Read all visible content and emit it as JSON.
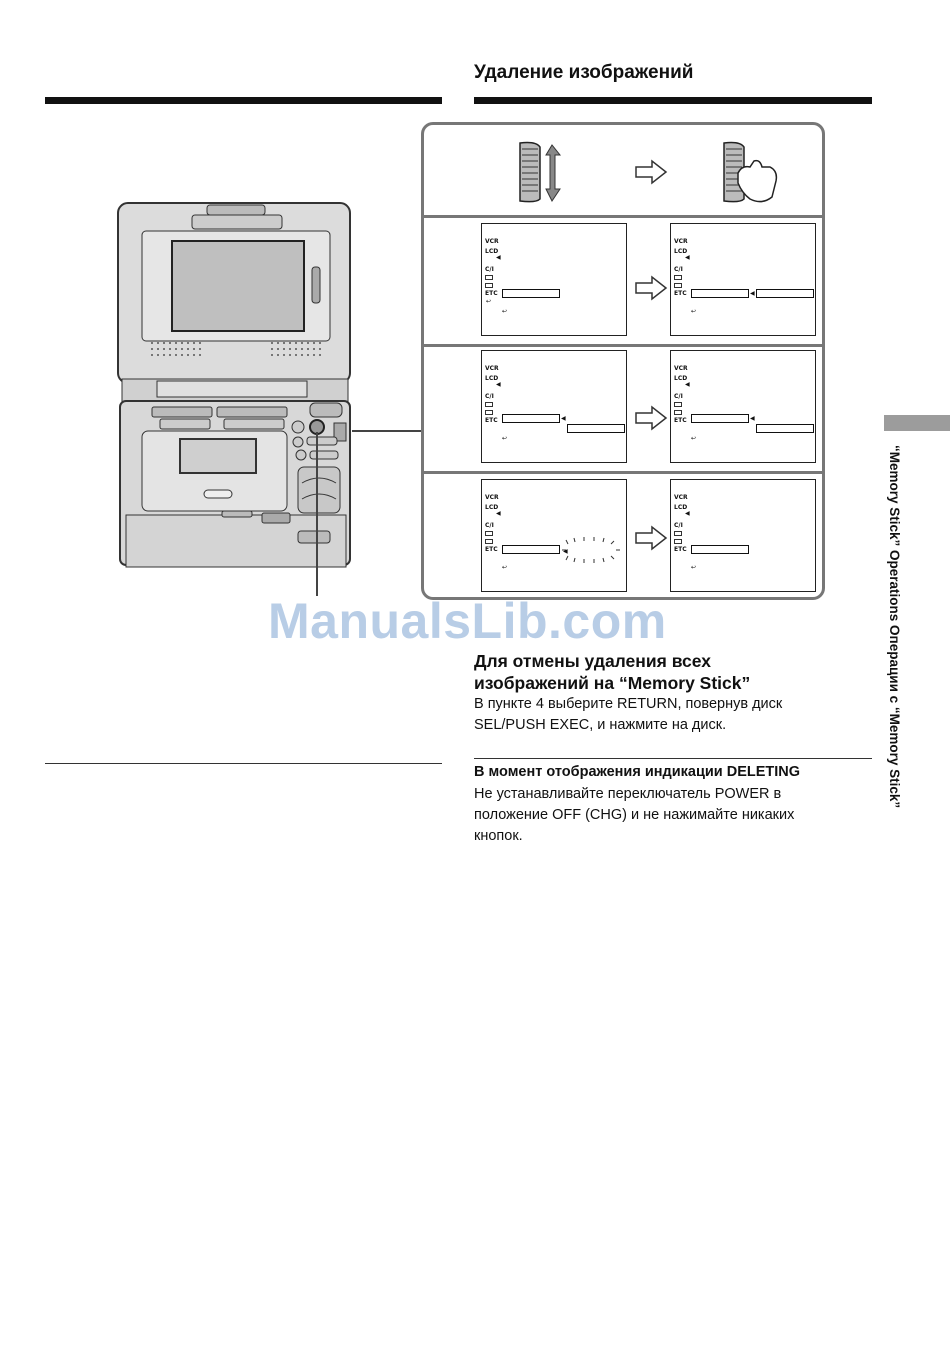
{
  "page": {
    "title": "Удаление изображений",
    "side_label": "“Memory Stick” Operations   Операции с “Memory Stick”",
    "watermark": "ManualsLib.com"
  },
  "steps_panel": {
    "menu_labels": [
      "VCR",
      "LCD",
      "C/I",
      "ETC"
    ],
    "steps_count": 4
  },
  "cancel_section": {
    "heading_line1": "Для отмены удаления всех",
    "heading_line2": "изображений на “Memory Stick”",
    "body_line1": "В пункте 4 выберите RETURN, повернув диск",
    "body_line2": "SEL/PUSH EXEC, и нажмите на диск."
  },
  "deleting_section": {
    "heading": "В момент отображения индикации DELETING",
    "body_line1": "Не устанавливайте переключатель POWER в",
    "body_line2": "положение OFF (CHG) и не нажимайте никаких",
    "body_line3": "кнопок."
  },
  "colors": {
    "rule": "#111111",
    "panel_border": "#777777",
    "side_tab": "#9c9c9c",
    "watermark": "#b8cde6"
  }
}
